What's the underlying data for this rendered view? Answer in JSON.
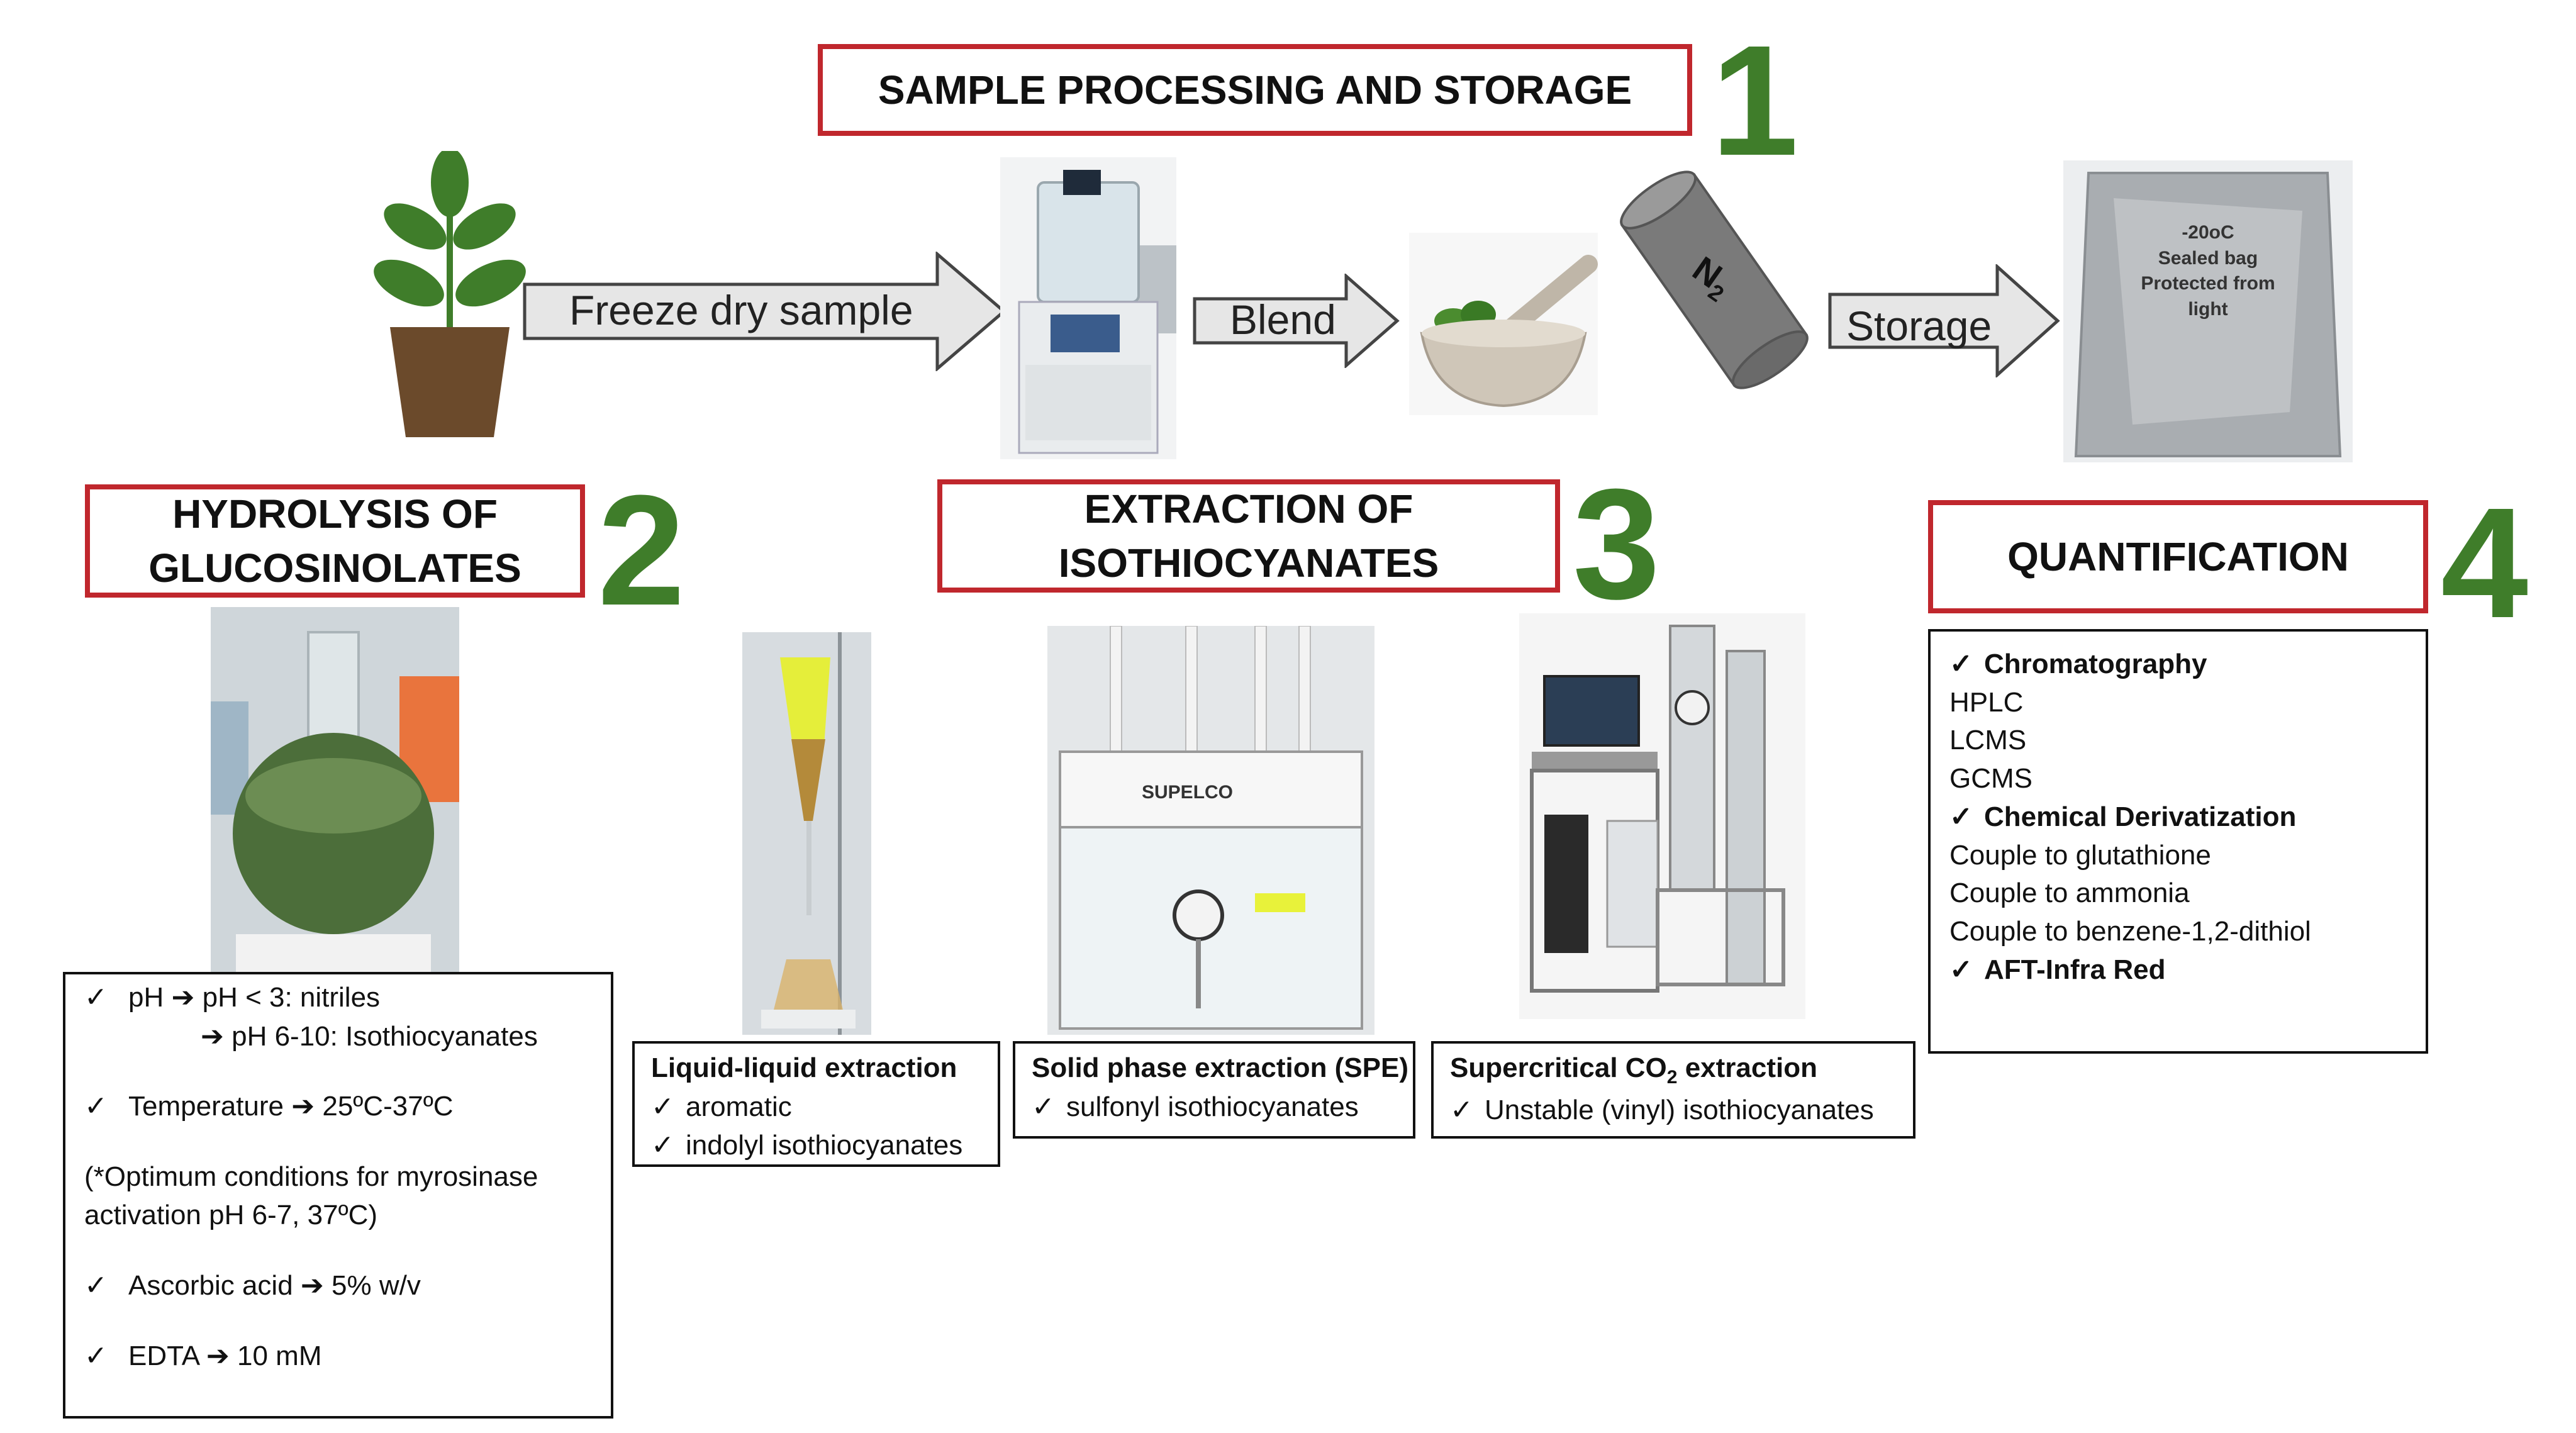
{
  "section1": {
    "title": "SAMPLE PROCESSING AND STORAGE",
    "number": "1"
  },
  "arrows": {
    "freeze": "Freeze dry sample",
    "blend": "Blend",
    "storage": "Storage"
  },
  "nitrogen_label": "N",
  "nitrogen_sub": "2",
  "bag_text": [
    "-20oC",
    "Sealed bag",
    "Protected from",
    "light"
  ],
  "section2": {
    "title_line1": "HYDROLYSIS OF",
    "title_line2": "GLUCOSINOLATES",
    "number": "2"
  },
  "section3": {
    "title_line1": "EXTRACTION OF",
    "title_line2": "ISOTHIOCYANATES",
    "number": "3"
  },
  "section4": {
    "title": "QUANTIFICATION",
    "number": "4"
  },
  "supelco_label": "SUPELCO",
  "hydrolysis": {
    "check": "✓",
    "ph_label": "pH",
    "ph_line1": "pH < 3: nitriles",
    "ph_line2": "pH  6-10: Isothiocyanates",
    "temp_label": "Temperature",
    "temp_value": "25ºC-37ºC",
    "note_line1": "(*Optimum conditions for myrosinase",
    "note_line2": "activation pH 6-7, 37ºC)",
    "ascorbic_label": "Ascorbic acid",
    "ascorbic_value": "5% w/v",
    "edta_label": "EDTA",
    "edta_value": "10 mM",
    "arrow": "➔"
  },
  "lle": {
    "title": "Liquid-liquid  extraction",
    "items": [
      "aromatic",
      "indolyl isothiocyanates"
    ]
  },
  "spe": {
    "title": "Solid phase extraction (SPE)",
    "items": [
      "sulfonyl isothiocyanates"
    ]
  },
  "sfe": {
    "title_pre": "Supercritical CO",
    "title_sub": "2",
    "title_post": " extraction",
    "items": [
      "Unstable (vinyl) isothiocyanates"
    ]
  },
  "quant": {
    "check": "✓",
    "h1": "Chromatography",
    "c1": [
      "HPLC",
      "LCMS",
      "GCMS"
    ],
    "h2": "Chemical Derivatization",
    "c2": [
      "Couple to glutathione",
      "Couple to ammonia",
      "Couple to benzene-1,2-dithiol"
    ],
    "h3": "AFT-Infra Red"
  },
  "colors": {
    "red_border": "#c0272d",
    "number_green": "#3f7d2a",
    "arrow_fill": "#e6e6e6"
  }
}
